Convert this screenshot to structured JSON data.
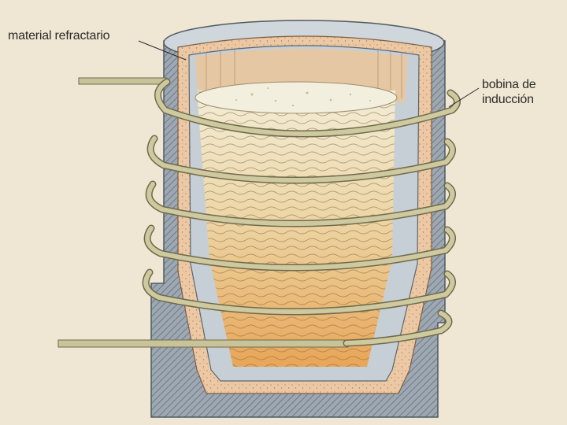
{
  "labels": {
    "refractory": "material refractario",
    "coil_line1": "bobina de",
    "coil_line2": "inducción"
  },
  "colors": {
    "background": "#efe7d3",
    "steel_shell": "#9aa4ae",
    "refractory": "#eccaa6",
    "inner_wall": "#c7cfd6",
    "melt_top": "#f0ead2",
    "melt_bottom": "#e7a756",
    "coil": "#c9c39a",
    "coil_outline": "#6f6a4c"
  }
}
